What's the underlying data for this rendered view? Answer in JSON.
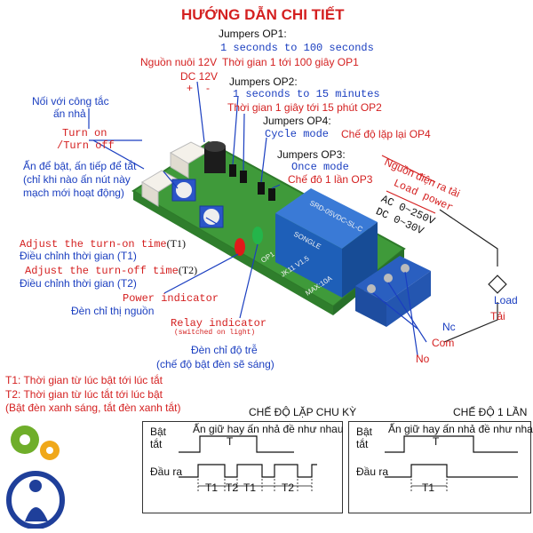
{
  "title": "HƯỚNG DẪN CHI TIẾT",
  "jumpers_op1": {
    "name": "Jumpers OP1:",
    "en": "1 seconds to 100 seconds",
    "vi": "Thời gian 1 tới 100 giây OP1"
  },
  "supply": {
    "vi": "Nguồn nuôi 12V",
    "dc": "DC 12V",
    "plus": "+",
    "minus": "-"
  },
  "jumpers_op2": {
    "name": "Jumpers OP2:",
    "en": "1 seconds to 15 minutes",
    "vi": "Thời gian 1 giây tới 15 phút OP2"
  },
  "jumpers_op4": {
    "name": "Jumpers OP4:",
    "en": "Cycle mode",
    "vi": "Chế độ lặp lại OP4"
  },
  "jumpers_op3": {
    "name": "Jumpers OP3:",
    "en": "Once mode",
    "vi": "Chế đô 1 lần OP3"
  },
  "switch_note": {
    "line1": "Nối với công tắc",
    "line2": "ấn nhả"
  },
  "turn": {
    "on": "Turn on",
    "off": "/Turn off"
  },
  "press_note": {
    "line1": "Ấn để bật, ấn tiếp để tắt",
    "line2": "(chỉ khi nào ấn nút này",
    "line3": "mạch mới hoạt động)"
  },
  "adjust_on": {
    "en": "Adjust the turn-on time",
    "tag": "(T1)",
    "vi": "Điều chỉnh thời gian (T1)"
  },
  "adjust_off": {
    "en": "Adjust the turn-off time",
    "tag": "(T2)",
    "vi": "Điều chỉnh thời gian (T2)"
  },
  "power_ind": {
    "en": "Power indicator",
    "vi": "Đèn chỉ thị nguồn"
  },
  "relay_ind": {
    "en": "Relay indicator",
    "sub": "(switched on light)",
    "vi1": "Đèn chỉ độ trễ",
    "vi2": "(chế độ bật đèn sẽ sáng)"
  },
  "output": {
    "vi": "Nguồn điện ra tải",
    "en": "Load power",
    "ac": "AC 0~250V",
    "dc": "DC 0~30V"
  },
  "load": {
    "en": "Load",
    "vi": "Tải"
  },
  "terminals": {
    "nc": "Nc",
    "com": "Com",
    "no": "No"
  },
  "board_labels": {
    "relay": "SRD-05VDC-SL-C",
    "model": "JK11 V1.5",
    "max": "MAX:10A",
    "brand": "SONGLE",
    "op1": "OP1"
  },
  "notes": {
    "t1": "T1: Thời gian từ lúc bật tới lúc tắt",
    "t2": "T2: Thời gian từ lúc tắt tới lúc bật",
    "t3": "(Bật đèn xanh sáng, tắt đèn xanh tắt)"
  },
  "cycle_chart": {
    "heading": "CHẾ ĐỘ LẶP CHU KỲ",
    "row1_label": "Bật\ntắt",
    "row1_text": "Ấn giữ hay ấn nhả đề như nhau",
    "pulse_label": "T",
    "row2_label": "Đầu ra",
    "intervals": [
      "T1",
      "T2",
      "T1",
      "T2"
    ]
  },
  "once_chart": {
    "heading": "CHẾ ĐỘ 1 LẦN",
    "row1_label": "Bật\ntắt",
    "row1_text": "Ấn giữ hay ấn nhả đề như nhau",
    "pulse_label": "T",
    "row2_label": "Đầu ra",
    "intervals": [
      "T1"
    ]
  },
  "colors": {
    "red": "#d42020",
    "blue": "#1a3ec0",
    "pcb": "#3f9a3a",
    "relay": "#1e5fb8"
  }
}
